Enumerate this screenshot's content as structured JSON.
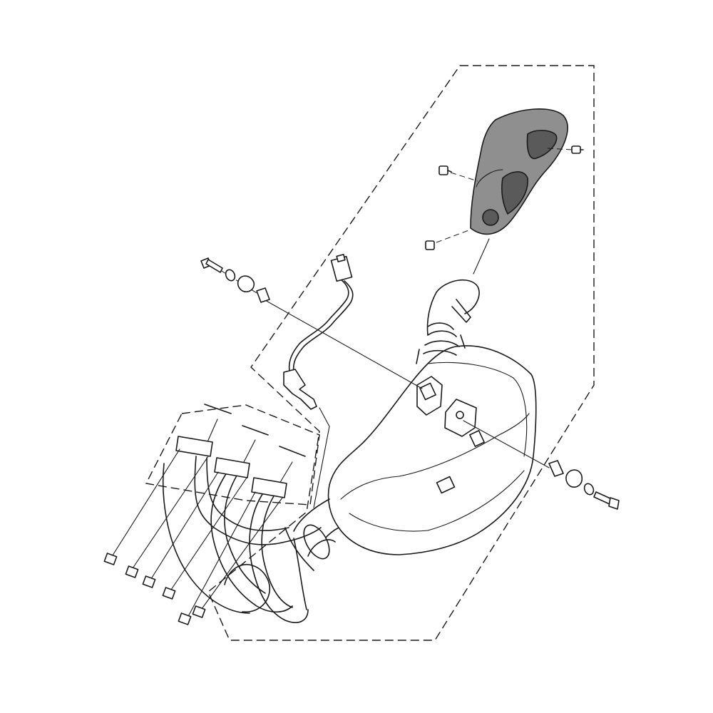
{
  "colors": {
    "line": "#1a1a1a",
    "background": "#ffffff",
    "highlight_part": "#8f8f8f",
    "highlight_dark": "#5a5a5a"
  },
  "parts": {
    "highlighted": "heat-shield",
    "items": [
      "heat-shield",
      "muffler",
      "header-pipes",
      "o2-sensor",
      "mounting-bolts",
      "gaskets",
      "flange-nuts"
    ]
  }
}
